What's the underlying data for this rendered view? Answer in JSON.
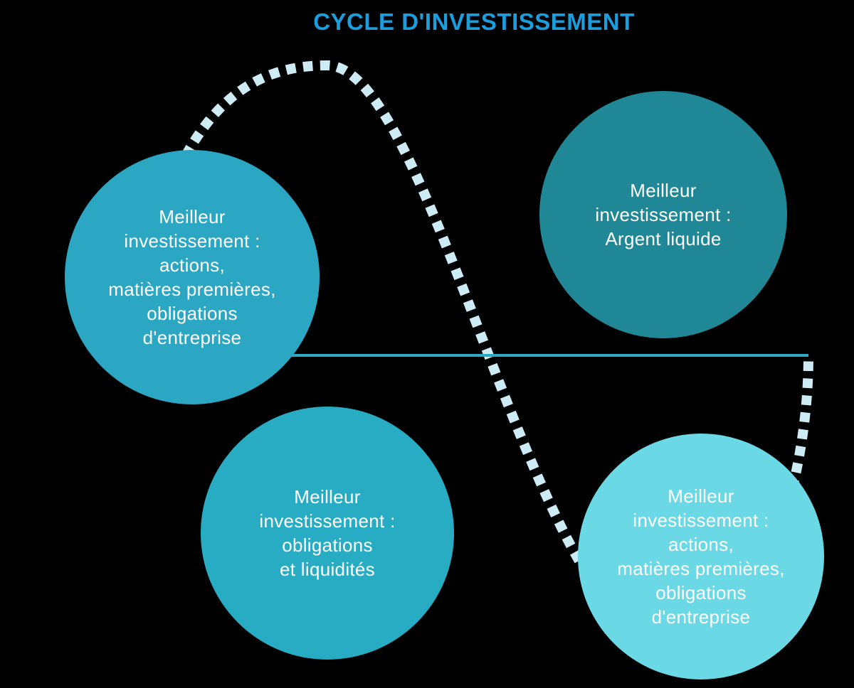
{
  "title": {
    "text": "CYCLE D'INVESTISSEMENT",
    "color": "#1B9EDE"
  },
  "curve": {
    "type": "dashed-sine-cycle",
    "dash_color": "#CDEBF5"
  },
  "axis_line": {
    "color": "#2EA9C4"
  },
  "circles": [
    {
      "id": "top-left",
      "phase": "above-line-left",
      "color": "#2BA6C3",
      "lines": [
        "Meilleur",
        "investissement :",
        "actions,",
        "matières premières,",
        "obligations",
        "d'entreprise"
      ]
    },
    {
      "id": "top-right",
      "phase": "above-line-right",
      "color": "#1F8795",
      "lines": [
        "Meilleur",
        "investissement :",
        "Argent liquide"
      ]
    },
    {
      "id": "bottom-left",
      "phase": "below-line-left",
      "color": "#27ACC3",
      "lines": [
        "Meilleur",
        "investissement :",
        "obligations",
        "et liquidités"
      ]
    },
    {
      "id": "bottom-right",
      "phase": "below-line-right",
      "color": "#6BD8E6",
      "lines": [
        "Meilleur",
        "investissement :",
        "actions,",
        "matières premières,",
        "obligations",
        "d'entreprise"
      ]
    }
  ]
}
